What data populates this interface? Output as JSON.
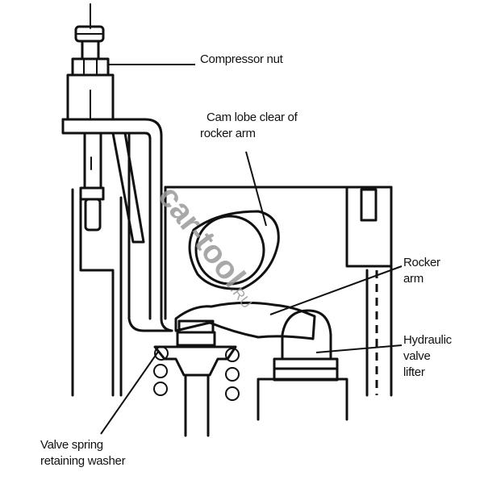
{
  "diagram": {
    "type": "mechanical-illustration",
    "subject": "Valve spring compressor on cylinder head",
    "labels": {
      "compressor_nut": "Compressor nut",
      "cam_lobe_line1": "Cam lobe clear of",
      "cam_lobe_line2": "rocker arm",
      "rocker_arm_line1": "Rocker",
      "rocker_arm_line2": "arm",
      "lifter_line1": "Hydraulic",
      "lifter_line2": "valve",
      "lifter_line3": "lifter",
      "washer_line1": "Valve spring",
      "washer_line2": "retaining washer"
    },
    "watermark": {
      "main": "car-tool",
      "suffix": ".RU"
    }
  }
}
